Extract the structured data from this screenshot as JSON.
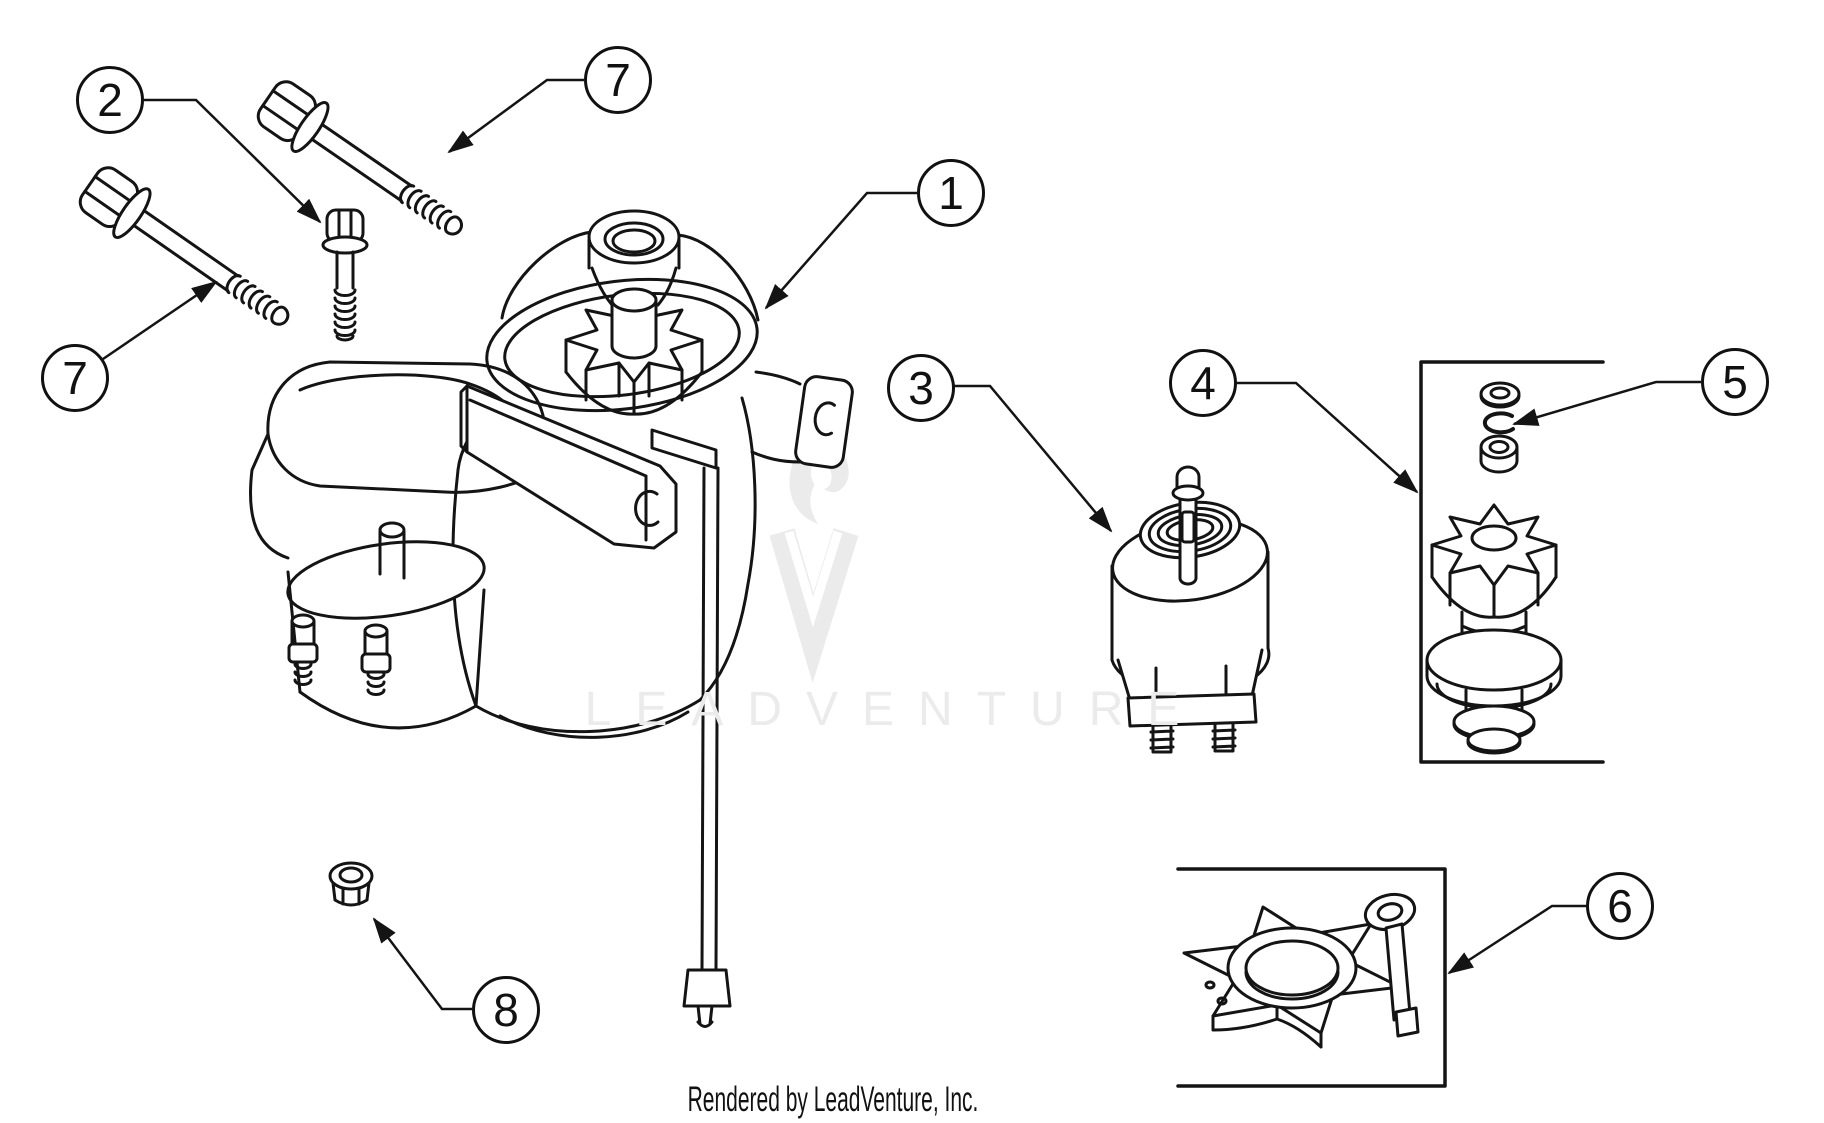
{
  "diagram": {
    "watermark_text": "LEADVENTURE",
    "footer_text": "Rendered by LeadVenture, Inc.",
    "callouts": {
      "c1": {
        "label": "1"
      },
      "c2": {
        "label": "2"
      },
      "c3": {
        "label": "3"
      },
      "c4": {
        "label": "4"
      },
      "c5": {
        "label": "5"
      },
      "c6": {
        "label": "6"
      },
      "c7a": {
        "label": "7"
      },
      "c7b": {
        "label": "7"
      },
      "c8": {
        "label": "8"
      }
    },
    "colors": {
      "line": "#141414",
      "watermark": "#ebebeb",
      "background": "#ffffff"
    }
  }
}
